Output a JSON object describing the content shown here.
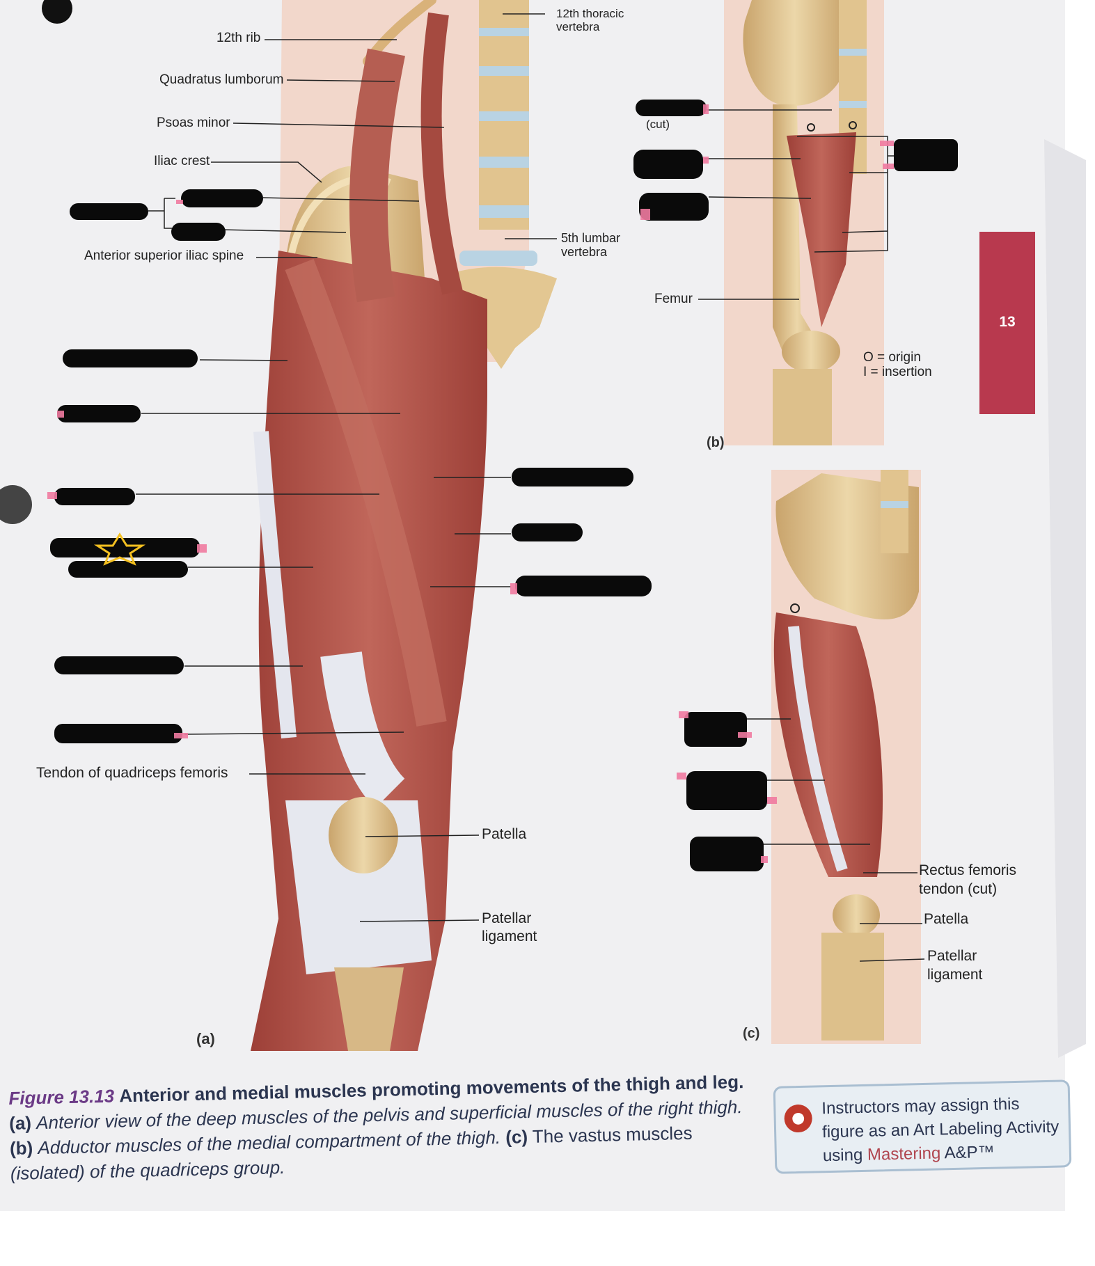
{
  "labels": {
    "rib12": "12th rib",
    "quadratus_lumborum": "Quadratus lumborum",
    "psoas_minor": "Psoas minor",
    "iliac_crest": "Iliac crest",
    "asis": "Anterior superior iliac spine",
    "tendon_quadriceps": "Tendon of quadriceps femoris",
    "thoracic_vertebra": "12th thoracic vertebra",
    "lumbar_vertebra": "5th lumbar vertebra",
    "patella_a": "Patella",
    "patellar_ligament_a": "Patellar ligament",
    "cut": "(cut)",
    "femur": "Femur",
    "rectus_tendon_cut": "Rectus femoris tendon (cut)",
    "patella_c": "Patella",
    "patellar_ligament_c": "Patellar ligament"
  },
  "panels": {
    "a": "(a)",
    "b": "(b)",
    "c": "(c)"
  },
  "legend": {
    "origin": "O = origin",
    "insertion": "I = insertion"
  },
  "chapter_tab": "13",
  "caption": {
    "figure": "Figure 13.13",
    "title": "Anterior and medial muscles promoting movements of the thigh and leg.",
    "a_mark": "(a)",
    "a_text": "Anterior view of the deep muscles of the pelvis and superficial muscles of the right thigh.",
    "b_mark": "(b)",
    "b_text": "Adductor muscles of the medial compartment of the thigh.",
    "c_mark": "(c)",
    "c_text": "The vastus muscles",
    "c_paren": "(isolated) of the quadriceps group."
  },
  "instructor_note": {
    "line": "Instructors may assign this figure as an Art Labeling Activity using",
    "brand_a": "Mastering",
    "brand_b": "A&P™"
  },
  "colors": {
    "muscle": "#b4574b",
    "muscle_dark": "#8e3b34",
    "bone": "#dcc08e",
    "tendon": "#e6e8ef",
    "redaction": "#0a0a0a",
    "highlight": "#f07aa0",
    "star": "#f4c020",
    "tab": "#b8394e"
  },
  "icons": {
    "star": "star-icon",
    "publisher_logo": "mastering-logo-icon"
  }
}
